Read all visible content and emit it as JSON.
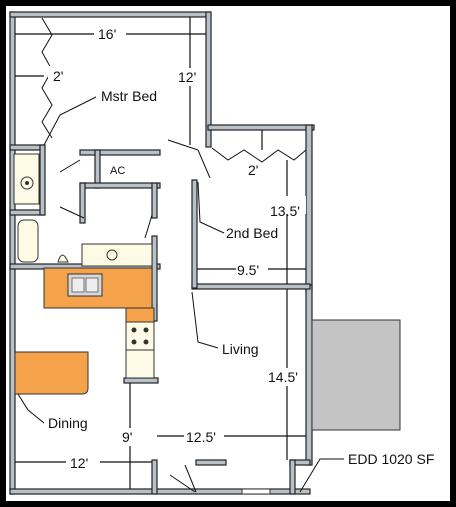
{
  "rooms": {
    "master_bed": "Mstr Bed",
    "second_bed": "2nd Bed",
    "living": "Living",
    "dining": "Dining",
    "ac": "AC"
  },
  "dimensions": {
    "top_width": "16'",
    "closet_width": "2'",
    "master_depth": "12'",
    "window_bay": "2'",
    "second_bed_depth": "13.5'",
    "second_bed_width": "9.5'",
    "living_depth": "14.5'",
    "dining_depth": "9'",
    "living_width": "12.5'",
    "dining_width": "12'"
  },
  "caption": "EDD 1020 SF",
  "colors": {
    "wall": "#b8c0c8",
    "counter": "#f5a34a",
    "appliance": "#fdfbe6",
    "patio": "#c4c4c4",
    "background": "#ffffff",
    "frame": "#000000"
  }
}
